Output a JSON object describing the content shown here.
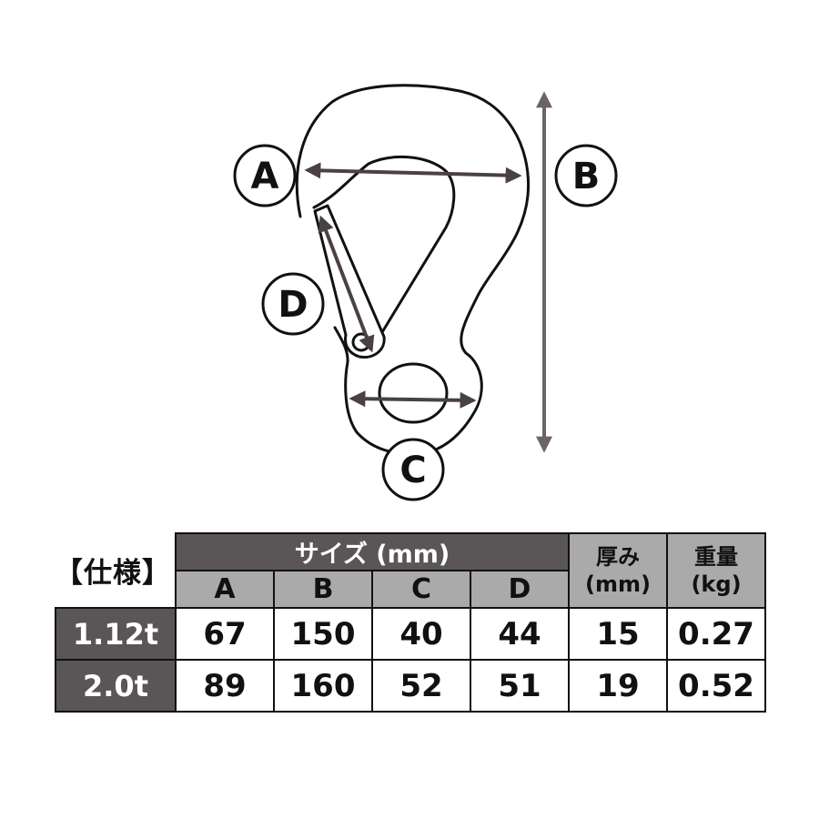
{
  "diagram": {
    "callouts": [
      {
        "id": "A",
        "label": "A"
      },
      {
        "id": "B",
        "label": "B"
      },
      {
        "id": "C",
        "label": "C"
      },
      {
        "id": "D",
        "label": "D"
      }
    ],
    "colors": {
      "outline": "#111111",
      "arrow": "#4a4142",
      "arrow_b": "#6b6466"
    }
  },
  "spec": {
    "heading": "【仕様】",
    "size_group_label": "サイズ (mm)",
    "size_columns": [
      "A",
      "B",
      "C",
      "D"
    ],
    "thickness_label": [
      "厚み",
      "(mm)"
    ],
    "weight_label": [
      "重量",
      "(kg)"
    ],
    "rows": [
      {
        "model": "1.12t",
        "values": [
          "67",
          "150",
          "40",
          "44",
          "15",
          "0.27"
        ]
      },
      {
        "model": "2.0t",
        "values": [
          "89",
          "160",
          "52",
          "51",
          "19",
          "0.52"
        ]
      }
    ],
    "colors": {
      "header_dark": "#5a5556",
      "header_light": "#aaaaaa",
      "border": "#111111"
    }
  }
}
